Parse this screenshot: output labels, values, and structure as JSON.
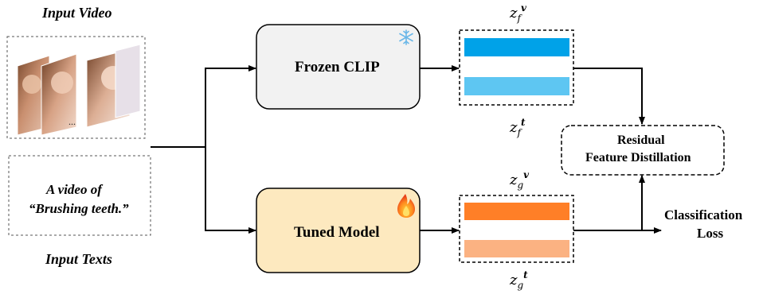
{
  "labels": {
    "input_video": "Input Video",
    "input_texts": "Input Texts",
    "text_prompt_line1": "A video of",
    "text_prompt_line2": "“Brushing teeth.”",
    "video_ellipsis": "..."
  },
  "blocks": {
    "frozen": {
      "label": "Frozen CLIP",
      "icon": "snowflake-icon",
      "fill": "#f2f2f2"
    },
    "tuned": {
      "label": "Tuned Model",
      "icon": "fire-icon",
      "fill": "#fde9bf"
    },
    "residual_line1": "Residual",
    "residual_line2": "Feature Distillation"
  },
  "features": {
    "frozen_video": {
      "z": "z",
      "sub": "f",
      "sup": "v",
      "color": "#00a2e8"
    },
    "frozen_text": {
      "z": "z",
      "sub": "f",
      "sup": "t",
      "color": "#5ec6f2"
    },
    "tuned_video": {
      "z": "z",
      "sub": "g",
      "sup": "v",
      "color": "#ff7f27"
    },
    "tuned_text": {
      "z": "z",
      "sub": "g",
      "sup": "t",
      "color": "#fbb282"
    }
  },
  "output": {
    "line1": "Classification",
    "line2": "Loss"
  }
}
